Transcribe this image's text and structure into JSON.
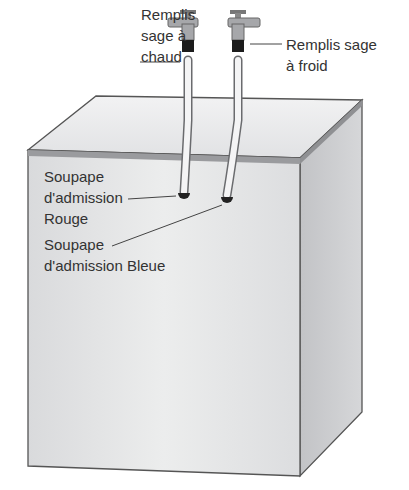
{
  "diagram": {
    "labels": [
      "Remplis sage à chaud",
      "Remplis sage à froid",
      "Soupape d'admission Rouge",
      "Soupape d'admission Bleue"
    ]
  }
}
